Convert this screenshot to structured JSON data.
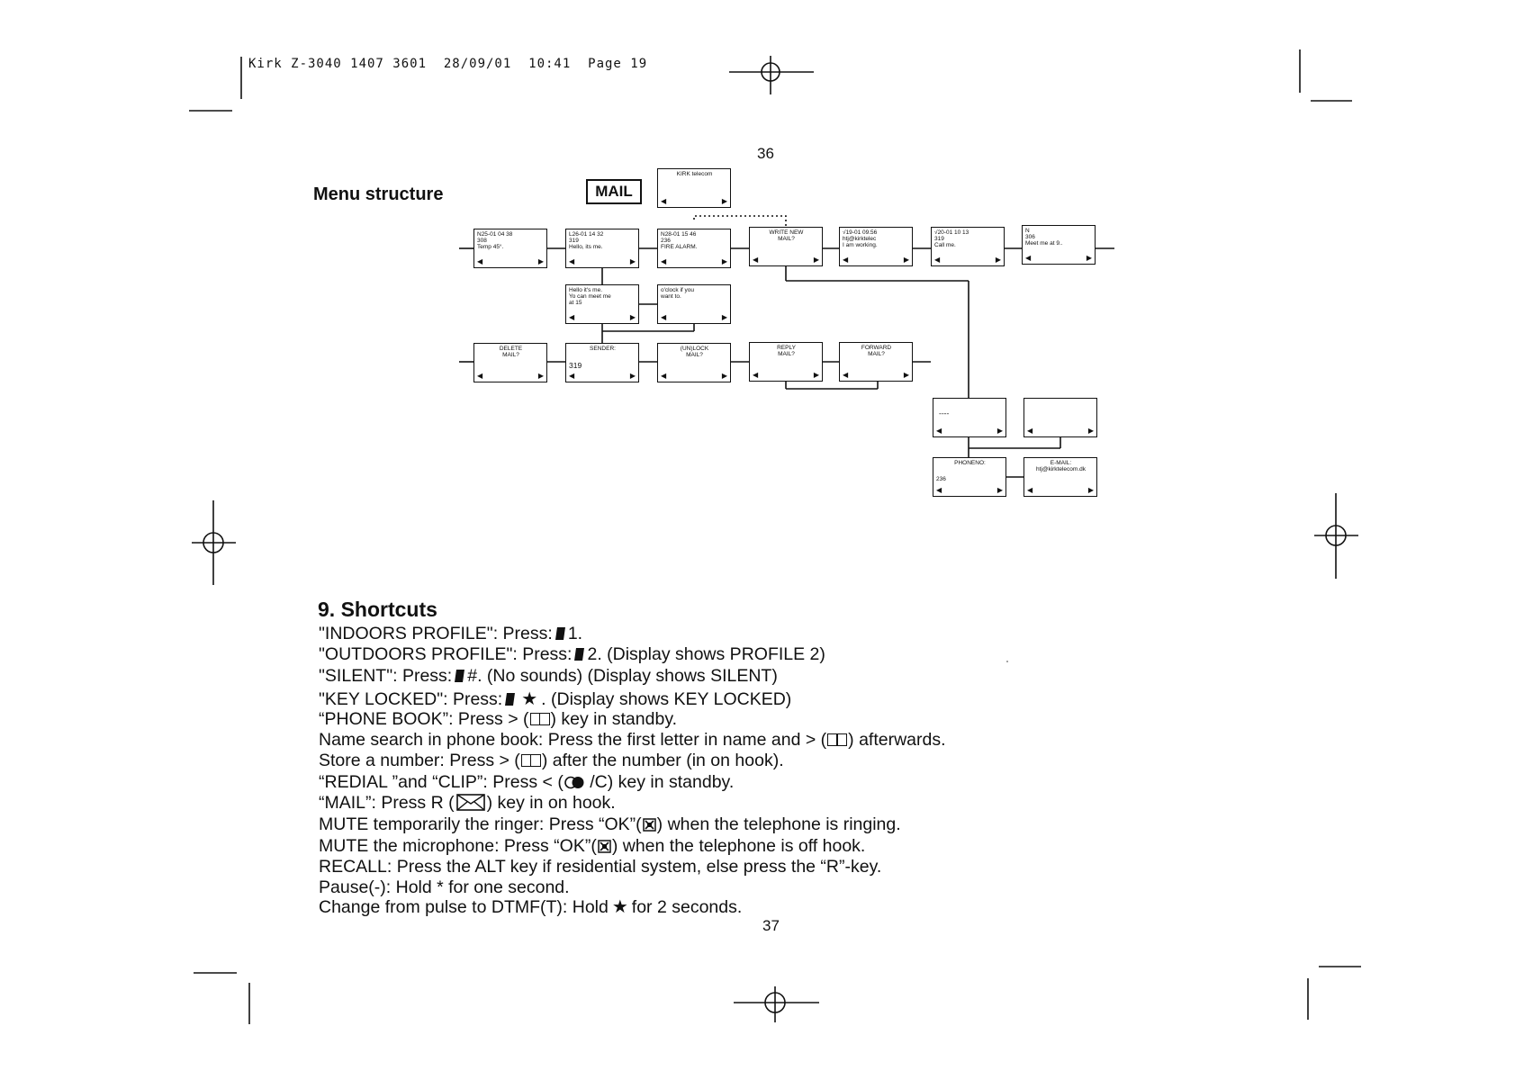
{
  "print_header": "Kirk Z-3040 1407 3601  28/09/01  10:41  Page 19",
  "page_numbers": {
    "top": "36",
    "bottom": "37"
  },
  "menu_structure": {
    "title": "Menu structure",
    "mail_tag": "MAIL",
    "screens": {
      "top": "KIRK telecom",
      "msg1": "N25-01 04 38\n308\nTemp 45°.",
      "msg2": "L26-01 14 32\n319\nHello, its me.",
      "msg3": "N28-01 15 46\n236\nFIRE ALARM.",
      "write": "WRITE NEW\nMAIL?",
      "msg4": "√19-01 09.56\nhtj@kirktelec\nI am working.",
      "msg5": "√20-01 10 13\n319\nCall me.",
      "msg6": "N\n306\nMeet me at 9..",
      "cont1": "Hello it's me.\nYo can meet me\nat 15",
      "cont2": "o'clock if you\nwant to.",
      "delete": "DELETE\nMAIL?",
      "sender": "SENDER:",
      "sender_num": "319",
      "unlock": "(UN)LOCK\nMAIL?",
      "reply": "REPLY\nMAIL?",
      "forward": "FORWARD\nMAIL?",
      "dash": "----",
      "blank": "",
      "phoneno": "PHONENO:",
      "phoneno_num": "236",
      "email": "E-MAIL:",
      "email_addr": "htj@kirktelecom.dk"
    }
  },
  "shortcuts": {
    "title": "9. Shortcuts",
    "l1": {
      "a": "\"INDOORS PROFILE\": Press:",
      "b": "1."
    },
    "l2": {
      "a": "\"OUTDOORS PROFILE\": Press:",
      "b": "2. (Display shows PROFILE 2)"
    },
    "l3": {
      "a": "\"SILENT\": Press:",
      "b": "#. (No sounds) (Display shows SILENT)"
    },
    "l4": {
      "a": "\"KEY LOCKED\": Press:",
      "b": ". (Display shows KEY LOCKED)"
    },
    "l5": {
      "a": "“PHONE BOOK”: Press > (",
      "b": ") key in standby."
    },
    "l6": {
      "a": "Name search in phone book: Press the first letter in name and > (",
      "b": ") afterwards."
    },
    "l7": {
      "a": "Store a number: Press > (",
      "b": ") after the number (in on hook)."
    },
    "l8": {
      "a": "“REDIAL ”and “CLIP”: Press < (",
      "b": " /C) key in standby."
    },
    "l9": {
      "a": "“MAIL”: Press R (",
      "b": ") key in on hook."
    },
    "l10": {
      "a": "MUTE temporarily the ringer: Press “OK”(",
      "b": ") when the telephone is ringing."
    },
    "l11": {
      "a": "MUTE the microphone: Press “OK”(",
      "b": ") when the telephone is off hook."
    },
    "l12": "RECALL: Press the ALT key if residential system, else press the “R”-key.",
    "l13": "Pause(-): Hold * for one second.",
    "l14": {
      "a": "Change from pulse to DTMF(T): Hold",
      "b": "for 2 seconds."
    }
  }
}
